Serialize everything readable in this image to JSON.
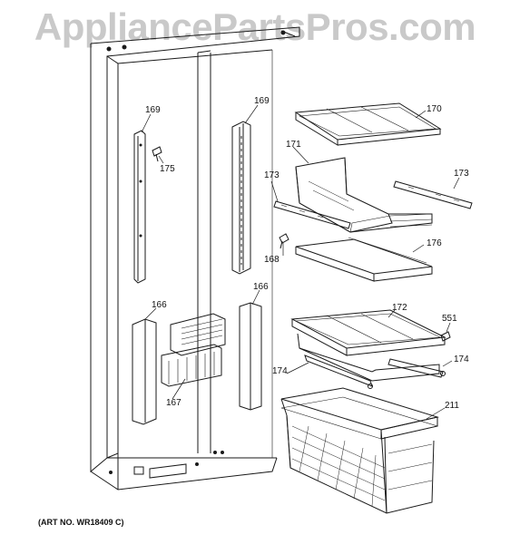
{
  "watermark": "AppliancePartsPros.com",
  "art_number": "(ART NO. WR18409 C)",
  "callouts": {
    "c169_left": "169",
    "c169_right": "169",
    "c175": "175",
    "c170": "170",
    "c171": "171",
    "c173_left": "173",
    "c173_right": "173",
    "c168": "168",
    "c176": "176",
    "c166_left": "166",
    "c166_right": "166",
    "c172": "172",
    "c551": "551",
    "c167": "167",
    "c174_left": "174",
    "c174_right": "174",
    "c211": "211"
  },
  "colors": {
    "line": "#1a1a1a",
    "watermark": "#c9c9c9",
    "background": "#ffffff"
  }
}
